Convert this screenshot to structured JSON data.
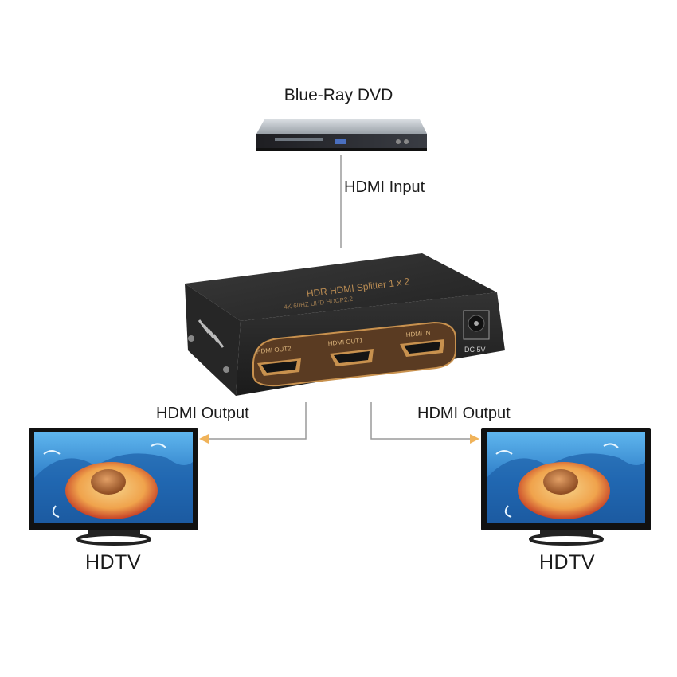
{
  "labels": {
    "source": "Blue-Ray DVD",
    "input": "HDMI Input",
    "output_left": "HDMI Output",
    "output_right": "HDMI Output",
    "tv_left": "HDTV",
    "tv_right": "HDTV"
  },
  "device": {
    "top_text_1": "HDR HDMI Splitter  1 x 2",
    "top_text_2": "4K 60HZ UHD HDCP2.2",
    "port_out2": "HDMI OUT2",
    "port_out1": "HDMI OUT1",
    "port_in": "HDMI IN",
    "power": "DC 5V"
  },
  "colors": {
    "device_body": "#2b2b2b",
    "port_panel": "#5a3b22",
    "accent_bronze": "#c8914e",
    "line": "#9a9a9a",
    "arrow": "#f0b35a"
  }
}
